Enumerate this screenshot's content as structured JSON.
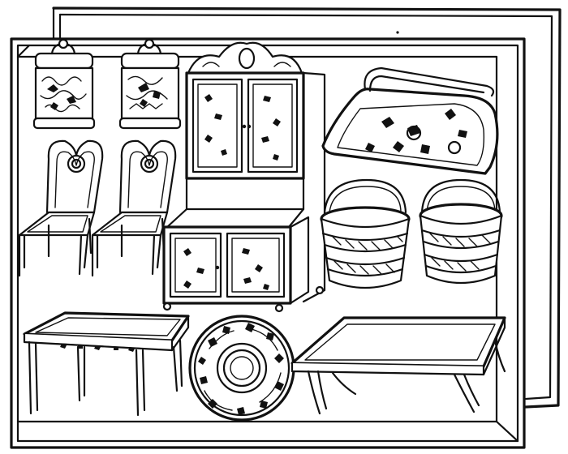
{
  "image": {
    "kind": "line-drawing",
    "subject": "dolls-house-furniture",
    "ink_color": "#111111",
    "paper_color": "#ffffff"
  },
  "objects": [
    "back-board",
    "front-board",
    "jar-left",
    "jar-right",
    "chair-left",
    "chair-right",
    "dresser-cabinet",
    "coal-scuttle",
    "bucket-left",
    "bucket-right",
    "small-table",
    "round-tray",
    "large-table"
  ]
}
